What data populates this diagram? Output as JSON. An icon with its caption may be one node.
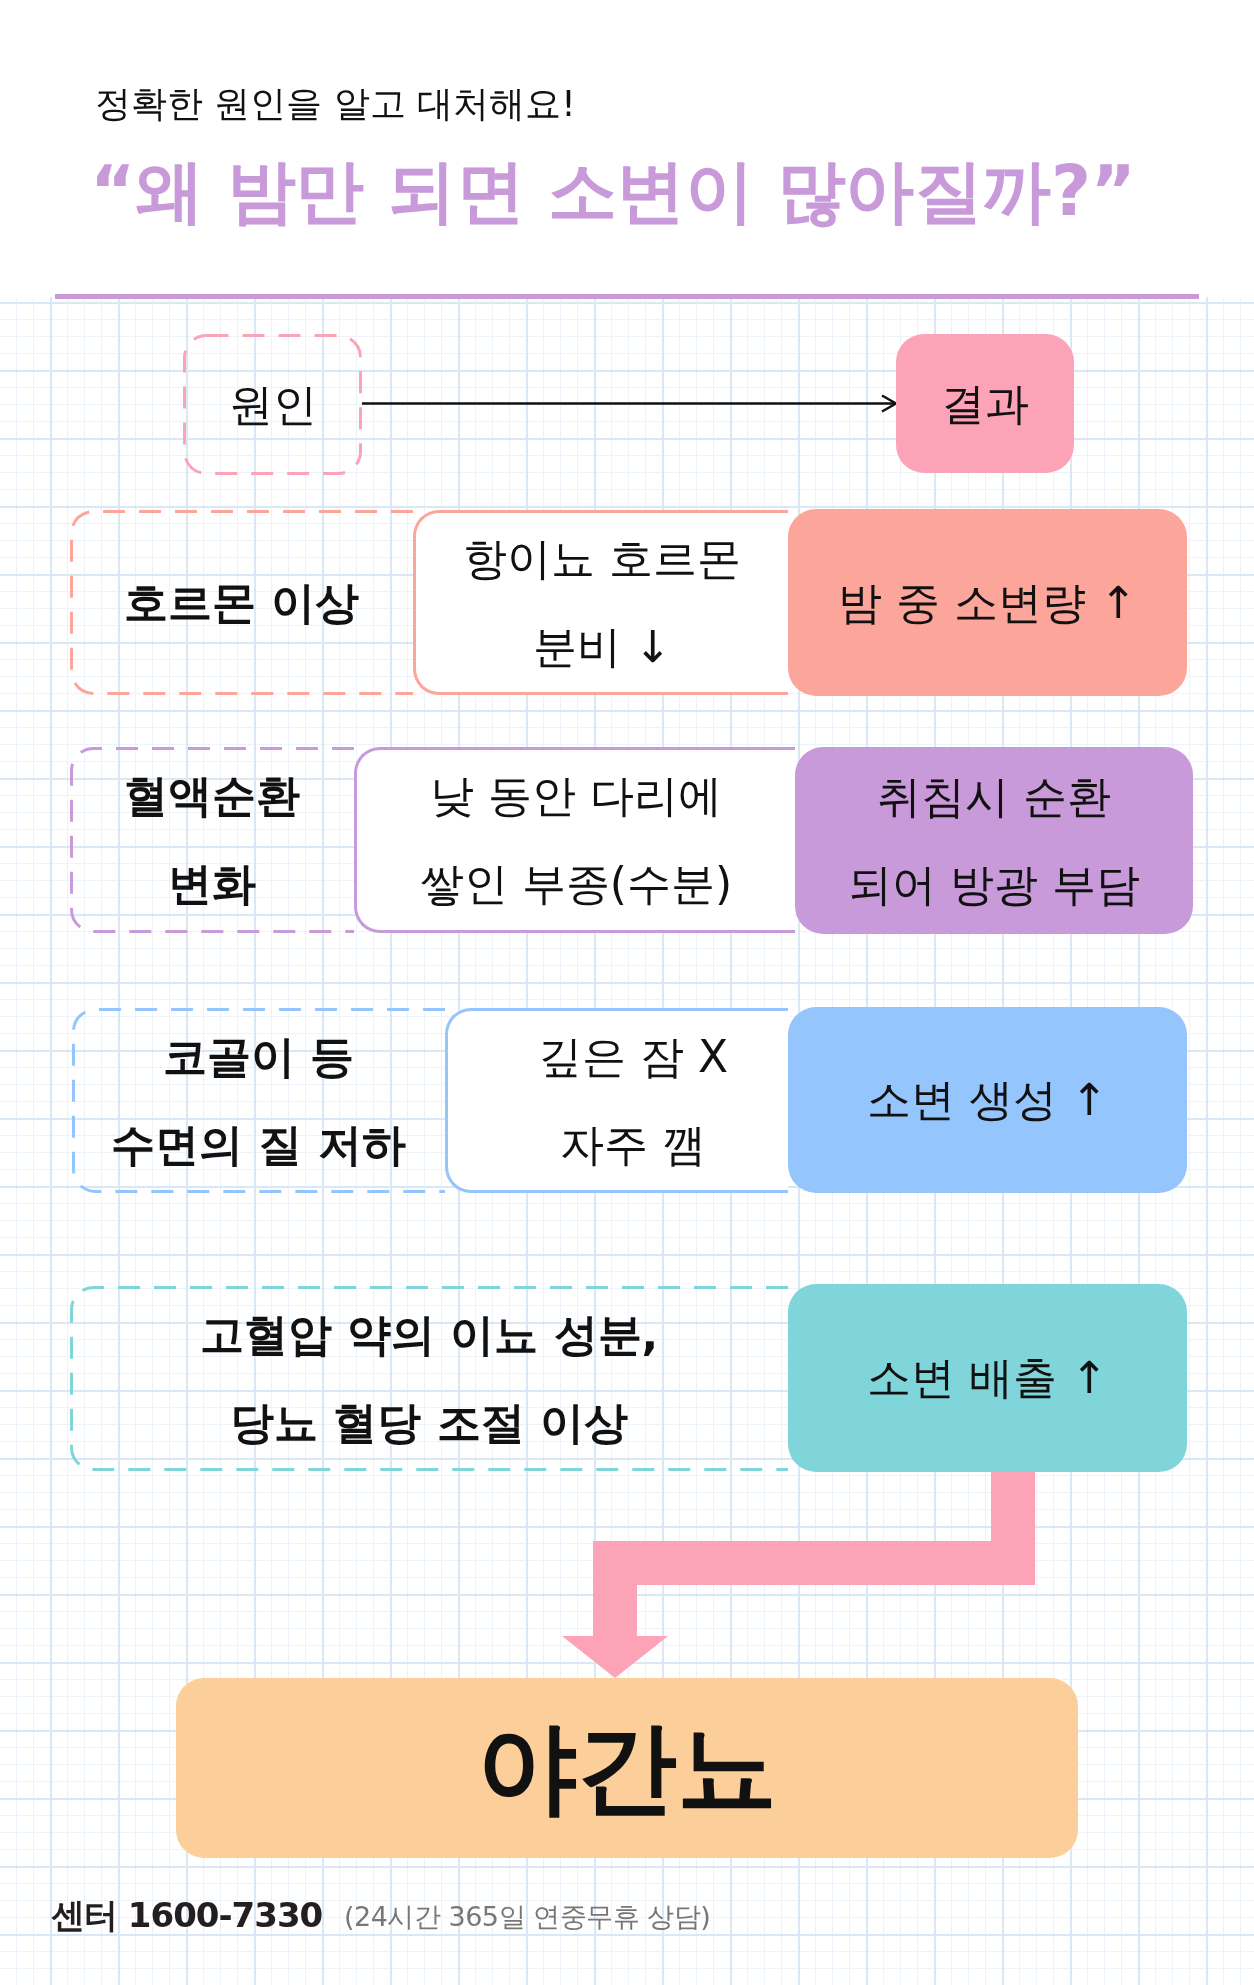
{
  "diagram": {
    "title": "“왜 밤만 되면 소변이 많아질까?”",
    "nodes": [
      {
        "text": [
          "원인"
        ]
      },
      {
        "text": [
          "결과"
        ]
      },
      {
        "text": [
          "호르몬 이상"
        ]
      },
      {
        "text": [
          "항이뇨 호르몬 분비 ↓"
        ]
      },
      {
        "text": [
          "밤 중 소변량 ↑"
        ]
      },
      {
        "text": [
          "혈액순환 변화"
        ]
      },
      {
        "text": [
          "낮 동안 다리에 쌓인 부종(수분)"
        ]
      },
      {
        "text": [
          "취침시 순환 되어 방광 부담"
        ]
      },
      {
        "text": [
          "코골이 등 수면의 질 저하"
        ]
      },
      {
        "text": [
          "깊은 잠 X 자주 깸"
        ]
      },
      {
        "text": [
          "소변 생성 ↑"
        ]
      },
      {
        "text": [
          "고혈압 약의 이뇨 성분, 당뇨 혈당 조절 이상"
        ]
      },
      {
        "text": [
          "소변 배출 ↑"
        ]
      },
      {
        "text": [
          "야간뇨"
        ]
      }
    ],
    "edges": [
      {
        "from": 0,
        "to": 1,
        "arrow": "to"
      },
      {
        "from": 12,
        "to": 13,
        "arrow": "to",
        "style": "thick",
        "color": "#fda3b8"
      }
    ],
    "labels": [
      "정확한 원인을 알고 대처해요!",
      "센터 1600-7330",
      "(24시간 365일 연중무휴 상담)"
    ]
  }
}
